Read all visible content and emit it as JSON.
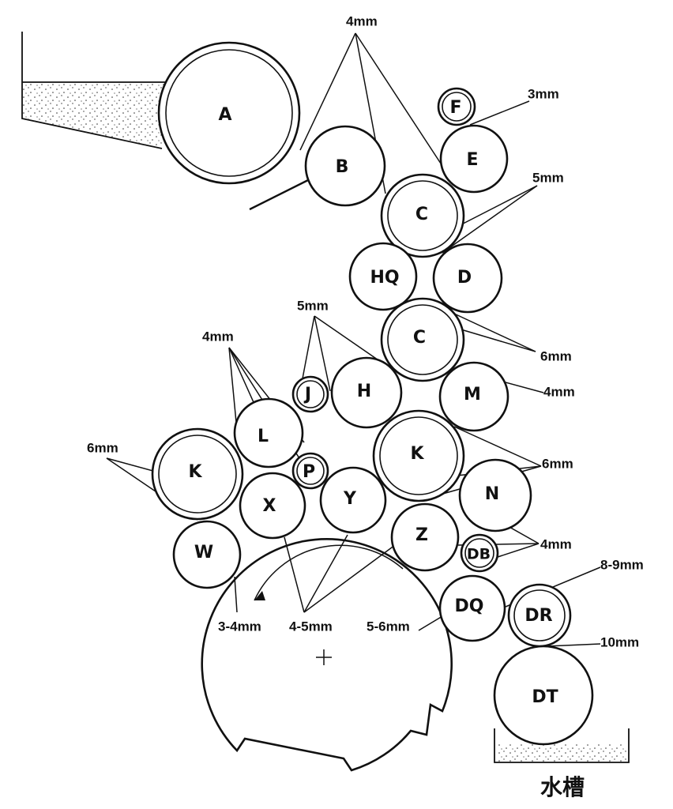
{
  "rollers": {
    "A": "A",
    "B": "B",
    "C1": "C",
    "C2": "C",
    "D": "D",
    "E": "E",
    "F": "F",
    "HQ": "HQ",
    "H": "H",
    "J": "J",
    "M": "M",
    "L": "L",
    "K1": "K",
    "K2": "K",
    "P": "P",
    "N": "N",
    "X": "X",
    "Y": "Y",
    "W": "W",
    "Z": "Z",
    "DB": "DB",
    "DQ": "DQ",
    "DR": "DR",
    "DT": "DT"
  },
  "gaps": {
    "g4mm_top": "4mm",
    "g3mm": "3mm",
    "g5mm_right": "5mm",
    "g6mm_c": "6mm",
    "g4mm_m": "4mm",
    "g5mm_mid": "5mm",
    "g4mm_left": "4mm",
    "g6mm_left": "6mm",
    "g6mm_right": "6mm",
    "g4mm_db": "4mm",
    "g8_9mm": "8-9mm",
    "g10mm": "10mm",
    "g3_4mm": "3-4mm",
    "g4_5mm": "4-5mm",
    "g5_6mm": "5-6mm"
  },
  "water_tank": "水槽"
}
